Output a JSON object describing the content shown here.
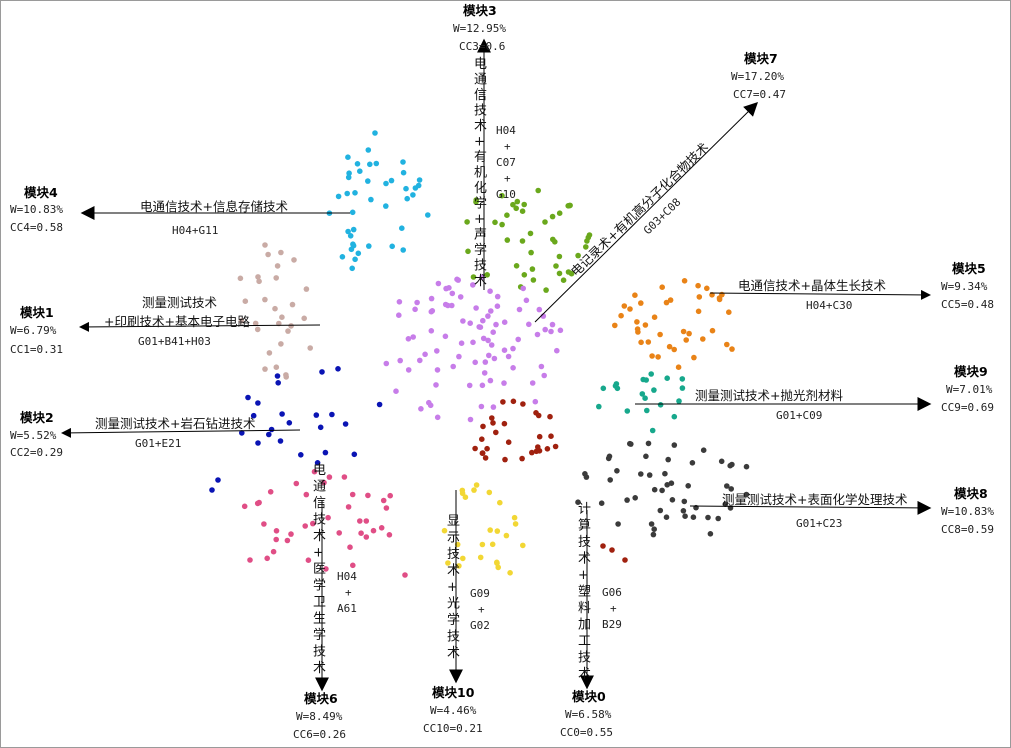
{
  "colors": {
    "module0": "#a0210f",
    "module1": "#c9aba5",
    "module2": "#0a14b4",
    "module3": "#21b2e0",
    "module4": "#21b2e0",
    "module5": "#e98317",
    "module6": "#e04e86",
    "module7": "#6aa81c",
    "module8": "#3b3b3b",
    "module9": "#17a88c",
    "module10": "#f2d734",
    "module11": "#c77de9"
  },
  "modules": [
    {
      "id": "m4",
      "title": "模块4",
      "w": "W=10.83%",
      "cc": "CC4=0.58",
      "label": "电通信技术+信息存储技术",
      "code": "H04+G11"
    },
    {
      "id": "m1",
      "title": "模块1",
      "w": "W=6.79%",
      "cc": "CC1=0.31",
      "label_line1": "测量测试技术",
      "label_line2": "+印刷技术+基本电子电路",
      "code": "G01+B41+H03"
    },
    {
      "id": "m2",
      "title": "模块2",
      "w": "W=5.52%",
      "cc": "CC2=0.29",
      "label": "测量测试技术+岩石钻进技术",
      "code": "G01+E21"
    },
    {
      "id": "m5",
      "title": "模块5",
      "w": "W=9.34%",
      "cc": "CC5=0.48",
      "label": "电通信技术+晶体生长技术",
      "code": "H04+C30"
    },
    {
      "id": "m9",
      "title": "模块9",
      "w": "W=7.01%",
      "cc": "CC9=0.69",
      "label": "测量测试技术+抛光剂材料",
      "code": "G01+C09"
    },
    {
      "id": "m8",
      "title": "模块8",
      "w": "W=10.83%",
      "cc": "CC8=0.59",
      "label": "测量测试技术+表面化学处理技术",
      "code": "G01+C23"
    },
    {
      "id": "m7",
      "title": "模块7",
      "w": "W=17.20%",
      "cc": "CC7=0.47",
      "label": "电记录术+有机高分子化合物技术",
      "code": "G03+C08"
    },
    {
      "id": "m3",
      "title": "模块3",
      "w": "W=12.95%",
      "cc": "CC3=0.6",
      "label": "电通信技术+有机化学+声学技术",
      "code": "H04+C07+G10"
    },
    {
      "id": "m6",
      "title": "模块6",
      "w": "W=8.49%",
      "cc": "CC6=0.26",
      "label": "电通信技术+医学卫生学技术",
      "code": "H04+A61"
    },
    {
      "id": "m10",
      "title": "模块10",
      "w": "W=4.46%",
      "cc": "CC10=0.21",
      "label": "显示技术+光学技术",
      "code": "G09+G02"
    },
    {
      "id": "m0",
      "title": "模块0",
      "w": "W=6.58%",
      "cc": "CC0=0.55",
      "label": "计算技术+塑料加工技术",
      "code": "G06+B29"
    }
  ]
}
